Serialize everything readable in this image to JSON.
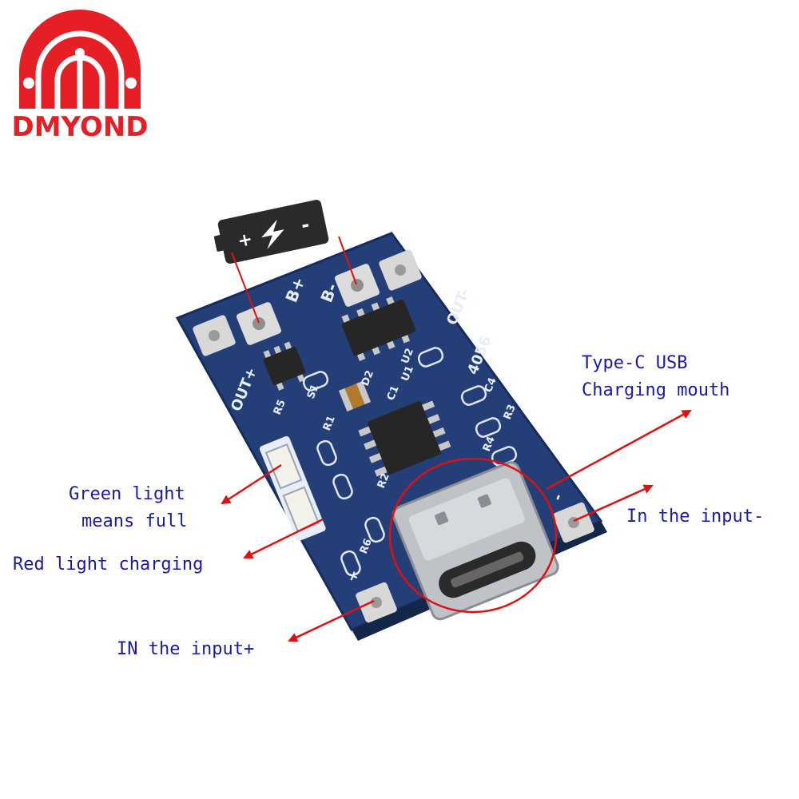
{
  "brand": {
    "name": "DMYOND",
    "color": "#e61e26"
  },
  "battery_icon": {
    "plus": "+",
    "minus": "-"
  },
  "board": {
    "model": "4056",
    "pads": {
      "b_plus": "B+",
      "b_minus": "B-",
      "out_plus": "OUT+",
      "out_minus": "OUT-",
      "in_plus": "+",
      "in_minus": "-"
    },
    "components": {
      "s1": "S1",
      "d2": "D2",
      "c1": "C1",
      "u1": "U1",
      "u2": "U2",
      "r4": "R4",
      "r2": "R2",
      "r3": "R3",
      "c4": "C4",
      "r1": "R1",
      "r6": "R6",
      "r5": "R5"
    },
    "colors": {
      "pcb": "#243f78",
      "pad": "#d8d8d8",
      "chip": "#262626"
    }
  },
  "annotations": {
    "usb_line1": "Type-C USB",
    "usb_line2": "Charging mouth",
    "green_line1": "Green light",
    "green_line2": "means full",
    "red": "Red light charging",
    "in_minus": "In the input-",
    "in_plus": "IN the input+",
    "text_color": "#1a1aa8",
    "arrow_color": "#e01010"
  }
}
